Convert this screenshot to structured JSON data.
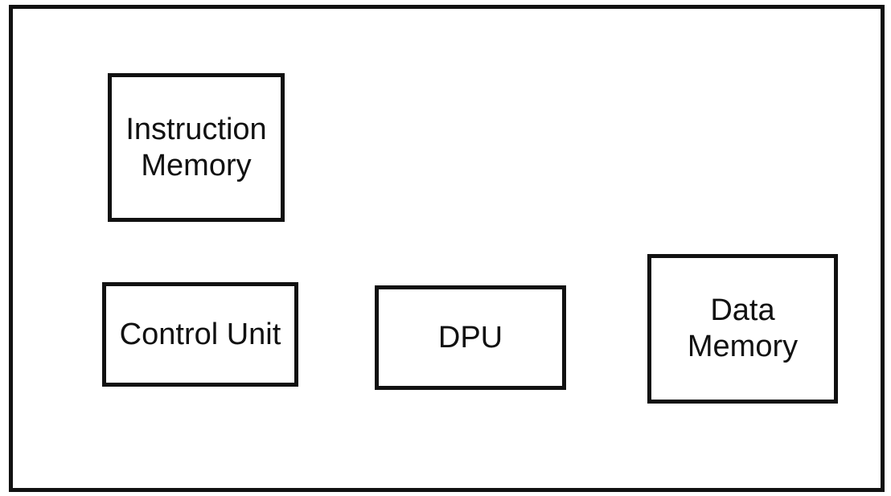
{
  "diagram": {
    "blocks": [
      {
        "id": "instruction-memory",
        "label": "Instruction\nMemory"
      },
      {
        "id": "control-unit",
        "label": "Control Unit"
      },
      {
        "id": "dpu",
        "label": "DPU"
      },
      {
        "id": "data-memory",
        "label": "Data\nMemory"
      }
    ]
  }
}
